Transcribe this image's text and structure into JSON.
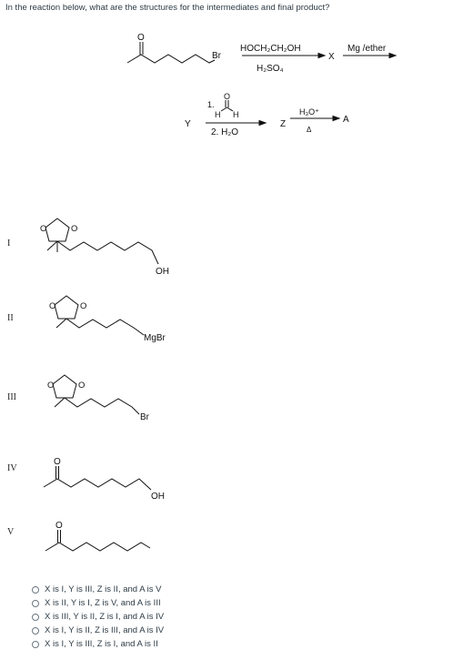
{
  "question": "In the reaction below, what are the structures for the intermediates and final product?",
  "scheme": {
    "step1_substituent": "Br",
    "step1_reagent_top": "HOCH₂CH₂OH",
    "step1_reagent_bottom": "H₂SO₄",
    "intermediate_x": "X",
    "step2_reagent": "Mg /ether",
    "intermediate_y": "Y",
    "step3_reagent_1": "1.",
    "step3_aldehyde_h_left": "H",
    "step3_aldehyde_h_right": "H",
    "step3_aldehyde_o": "O",
    "step3_reagent_2": "2. H₂O",
    "intermediate_z": "Z",
    "step4_reagent_top": "H₃O⁺",
    "step4_reagent_bottom": "Δ",
    "product_a": "A"
  },
  "structures": [
    {
      "numeral": "I",
      "ring_o1": "O",
      "ring_o2": "O",
      "substituent": "OH"
    },
    {
      "numeral": "II",
      "ring_o1": "O",
      "ring_o2": "O",
      "substituent": "MgBr"
    },
    {
      "numeral": "III",
      "ring_o1": "O",
      "ring_o2": "O",
      "substituent": "Br"
    },
    {
      "numeral": "IV",
      "carbonyl_o": "O",
      "substituent": "OH"
    },
    {
      "numeral": "V",
      "carbonyl_o": "O"
    }
  ],
  "options": [
    "X is I, Y is III, Z is II, and A is V",
    "X is II, Y is I, Z is V, and A is III",
    "X is III, Y is II, Z is I, and A is IV",
    "X is I, Y is II, Z is III, and A is IV",
    "X is I, Y is III, Z is I, and A is II"
  ],
  "colors": {
    "text": "#2d3b45",
    "ink": "#111111"
  }
}
